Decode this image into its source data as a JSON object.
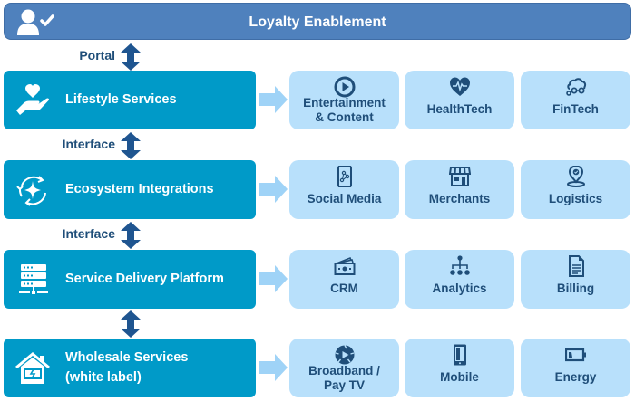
{
  "header": {
    "title": "Loyalty Enablement",
    "icon": "user-check-icon"
  },
  "connectors": [
    {
      "label": "Portal"
    },
    {
      "label": "Interface"
    },
    {
      "label": "Interface"
    },
    {
      "label": ""
    }
  ],
  "layers": [
    {
      "label": "Lifestyle Services",
      "icon": "hand-heart-icon",
      "tiles": [
        {
          "label": "Entertainment & Content",
          "line1": "Entertainment",
          "line2": "& Content",
          "icon": "play-circle-icon"
        },
        {
          "label": "HealthTech",
          "line1": "HealthTech",
          "line2": "",
          "icon": "heart-pulse-icon"
        },
        {
          "label": "FinTech",
          "line1": "FinTech",
          "line2": "",
          "icon": "cloud-network-icon"
        }
      ]
    },
    {
      "label": "Ecosystem Integrations",
      "icon": "sync-sparkle-icon",
      "tiles": [
        {
          "label": "Social Media",
          "line1": "Social Media",
          "line2": "",
          "icon": "phone-share-icon"
        },
        {
          "label": "Merchants",
          "line1": "Merchants",
          "line2": "",
          "icon": "storefront-icon"
        },
        {
          "label": "Logistics",
          "line1": "Logistics",
          "line2": "",
          "icon": "map-pin-icon"
        }
      ]
    },
    {
      "label": "Service Delivery Platform",
      "icon": "server-stack-icon",
      "tiles": [
        {
          "label": "CRM",
          "line1": "CRM",
          "line2": "",
          "icon": "cash-icon"
        },
        {
          "label": "Analytics",
          "line1": "Analytics",
          "line2": "",
          "icon": "hierarchy-icon"
        },
        {
          "label": "Billing",
          "line1": "Billing",
          "line2": "",
          "icon": "document-icon"
        }
      ]
    },
    {
      "label": "Wholesale Services (white label)",
      "line1": "Wholesale Services",
      "line2": "(white label)",
      "icon": "house-energy-icon",
      "tiles": [
        {
          "label": "Broadband / Pay TV",
          "line1": "Broadband /",
          "line2": "Pay TV",
          "icon": "media-globe-icon"
        },
        {
          "label": "Mobile",
          "line1": "Mobile",
          "line2": "",
          "icon": "smartphone-icon"
        },
        {
          "label": "Energy",
          "line1": "Energy",
          "line2": "",
          "icon": "battery-icon"
        }
      ]
    }
  ],
  "colors": {
    "header_bg": "#4f81bd",
    "layer_bg": "#009ac8",
    "tile_bg": "#b8e0fb",
    "tile_text": "#1f4e79",
    "connector_arrow": "#1f5590",
    "flow_arrow": "#9fd3f7"
  }
}
